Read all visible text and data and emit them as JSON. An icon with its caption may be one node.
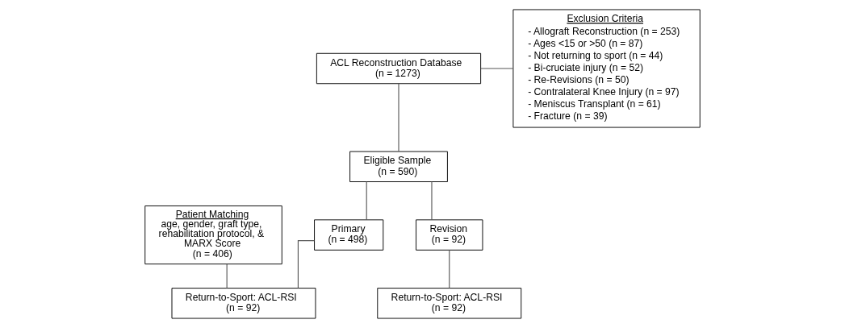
{
  "diagram": {
    "nodes": [
      {
        "text": [
          "ACL Reconstruction Database",
          "(n = 1273)"
        ]
      },
      {
        "text": [
          "Exclusion Criteria",
          "- Allograft Reconstruction (n = 253)",
          "- Ages <15 or >50 (n = 87)",
          "- Not returning to sport (n = 44)",
          "- Bi-cruciate injury (n = 52)",
          "- Re-Revisions (n = 50)",
          "- Contralateral Knee Injury (n = 97)",
          "- Meniscus Transplant (n = 61)",
          "- Fracture (n = 39)"
        ]
      },
      {
        "text": [
          "Eligible Sample",
          "(n = 590)"
        ]
      },
      {
        "text": [
          "Patient Matching",
          "age, gender, graft type, rehabilitation protocol, & MARX Score",
          "(n = 406)"
        ]
      },
      {
        "text": [
          "Primary",
          "(n = 498)"
        ]
      },
      {
        "text": [
          "Revision",
          "(n = 92)"
        ]
      },
      {
        "text": [
          "Return-to-Sport: ACL-RSI",
          "(n = 92)"
        ]
      },
      {
        "text": [
          "Return-to-Sport: ACL-RSI",
          "(n = 92)"
        ]
      }
    ],
    "edges": [
      {
        "from": 0,
        "to": 2,
        "arrow": "none"
      },
      {
        "from": 0,
        "to": 1,
        "arrow": "none"
      },
      {
        "from": 2,
        "to": 4,
        "arrow": "none"
      },
      {
        "from": 2,
        "to": 5,
        "arrow": "none"
      },
      {
        "from": 4,
        "to": 6,
        "arrow": "none"
      },
      {
        "from": 3,
        "to": 6,
        "arrow": "none"
      },
      {
        "from": 5,
        "to": 7,
        "arrow": "none"
      }
    ]
  }
}
